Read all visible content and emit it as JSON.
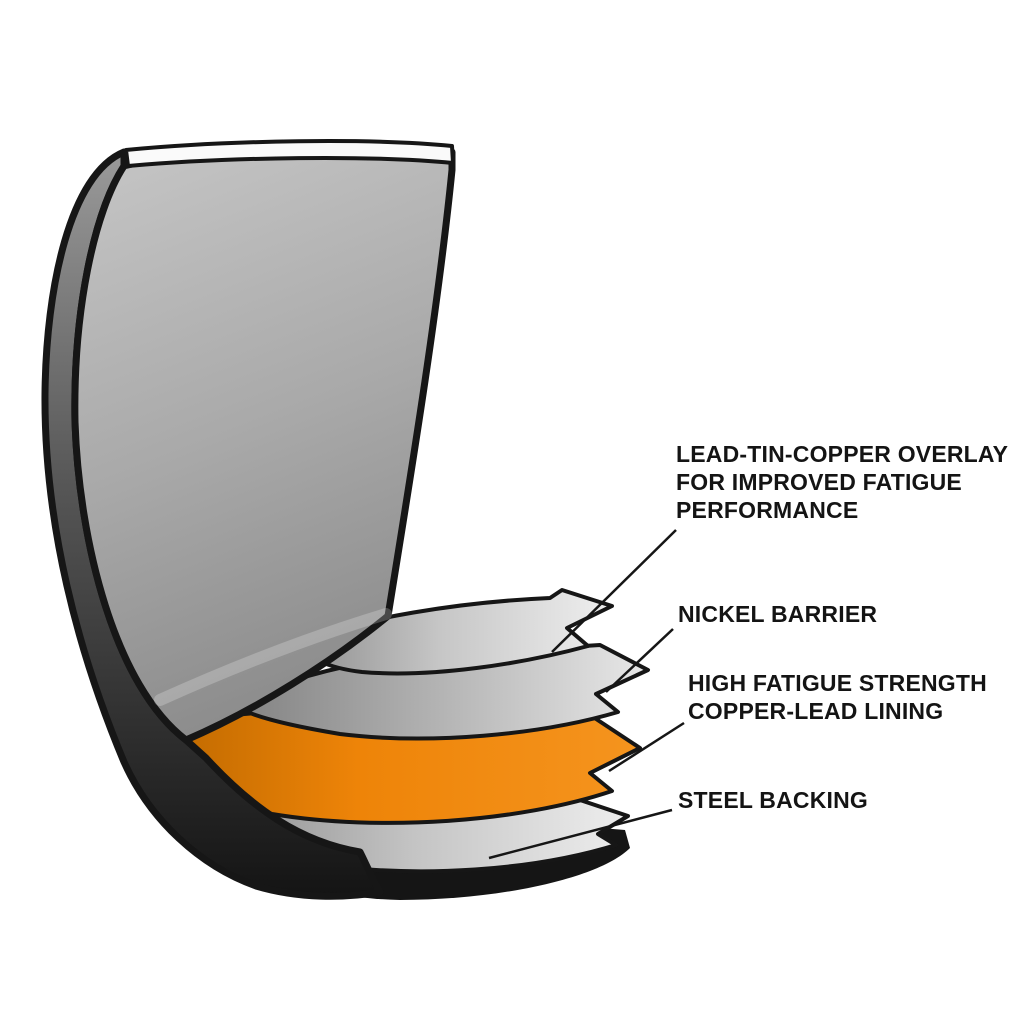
{
  "colors": {
    "copper_lead_orange": "#f5941e",
    "copper_lead_orange_dark": "#c06a00",
    "shell_gray": "#a8a8a8",
    "outline": "#161616",
    "top_edge_white": "#fafafa",
    "background": "#ffffff"
  },
  "labels": {
    "overlay": {
      "lines": [
        "LEAD-TIN-COPPER OVERLAY",
        "FOR IMPROVED FATIGUE",
        "PERFORMANCE"
      ]
    },
    "nickel": {
      "lines": [
        "NICKEL BARRIER"
      ]
    },
    "copper_lead": {
      "lines": [
        "HIGH FATIGUE STRENGTH",
        "COPPER-LEAD LINING"
      ]
    },
    "steel": {
      "lines": [
        "STEEL BACKING"
      ]
    }
  }
}
